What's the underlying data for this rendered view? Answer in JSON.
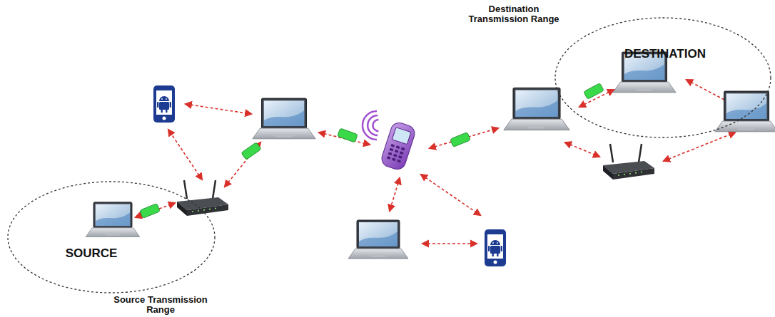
{
  "diagram": {
    "nodes": [
      {
        "text": [
          "Destination Transmission Range",
          "DESTINATION"
        ]
      },
      {
        "text": [
          "SOURCE",
          "Source Transmission Range"
        ]
      }
    ]
  }
}
